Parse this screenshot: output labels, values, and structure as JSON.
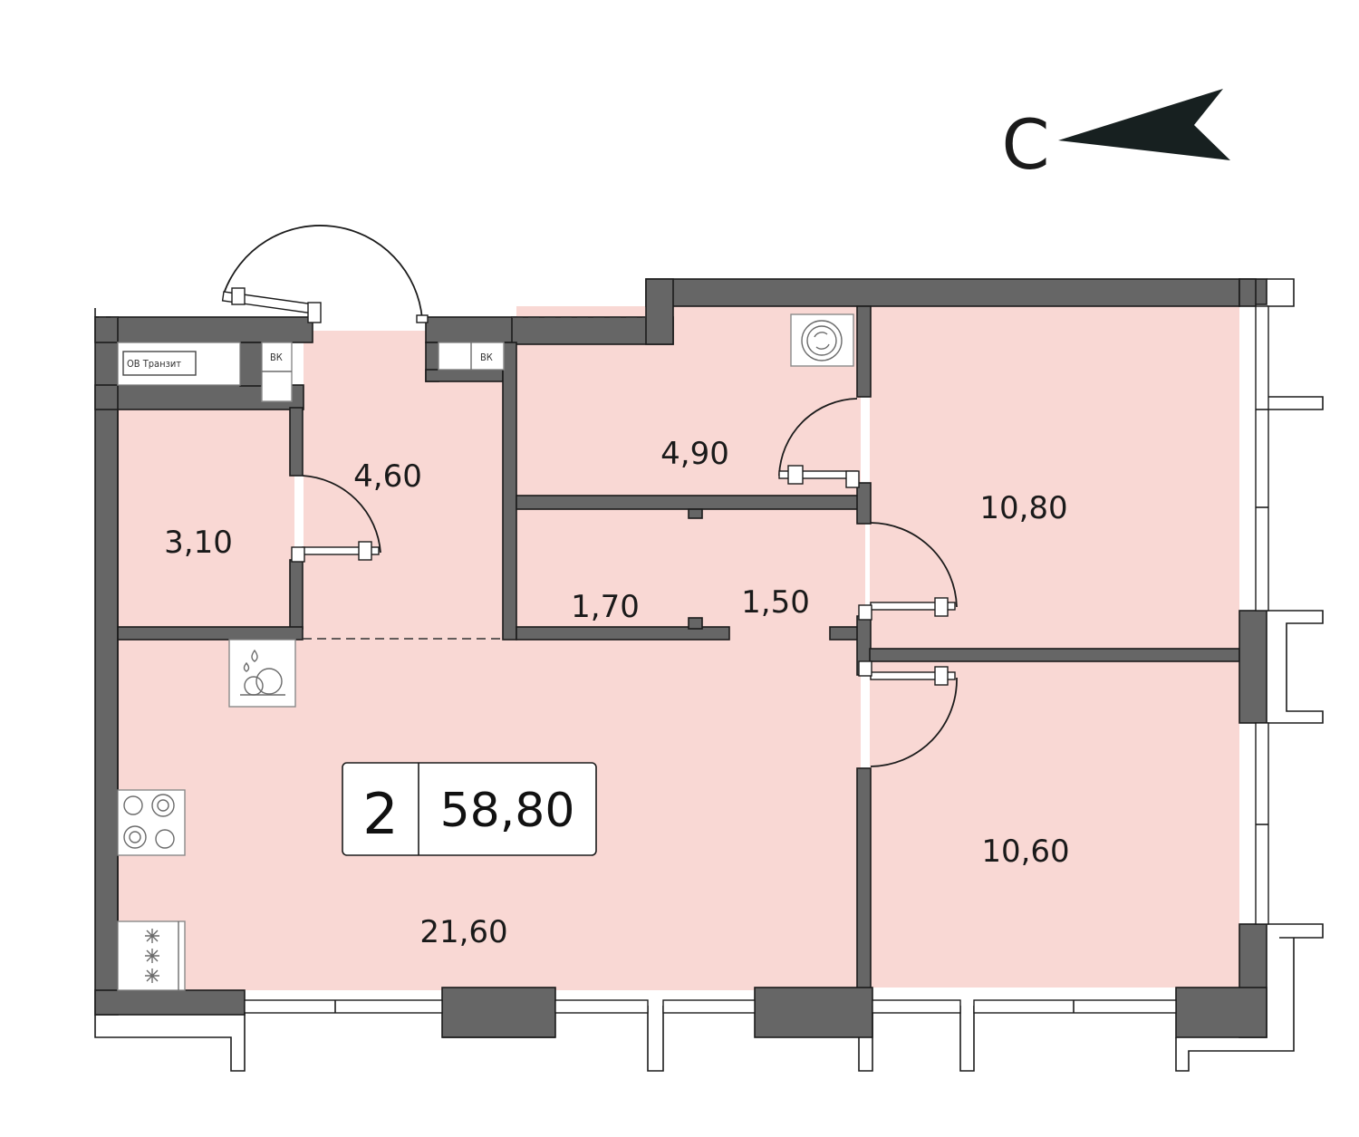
{
  "compass": {
    "letter": "С",
    "arrow_color": "#172020"
  },
  "apartment": {
    "rooms_count": "2",
    "total_area": "58,80"
  },
  "rooms": [
    {
      "id": "storage",
      "area": "3,10"
    },
    {
      "id": "hall",
      "area": "4,60"
    },
    {
      "id": "bathroom",
      "area": "4,90"
    },
    {
      "id": "corridor-a",
      "area": "1,70"
    },
    {
      "id": "corridor-b",
      "area": "1,50"
    },
    {
      "id": "bedroom-1",
      "area": "10,80"
    },
    {
      "id": "bedroom-2",
      "area": "10,60"
    },
    {
      "id": "kitchen-living",
      "area": "21,60"
    }
  ],
  "labels": {
    "shaft_transit": "ОВ Транзит",
    "shaft_1": "ВК",
    "shaft_2": "ВК"
  },
  "colors": {
    "floor": "#f9d8d4",
    "wall": "#666666",
    "line": "#1c1c1c"
  }
}
